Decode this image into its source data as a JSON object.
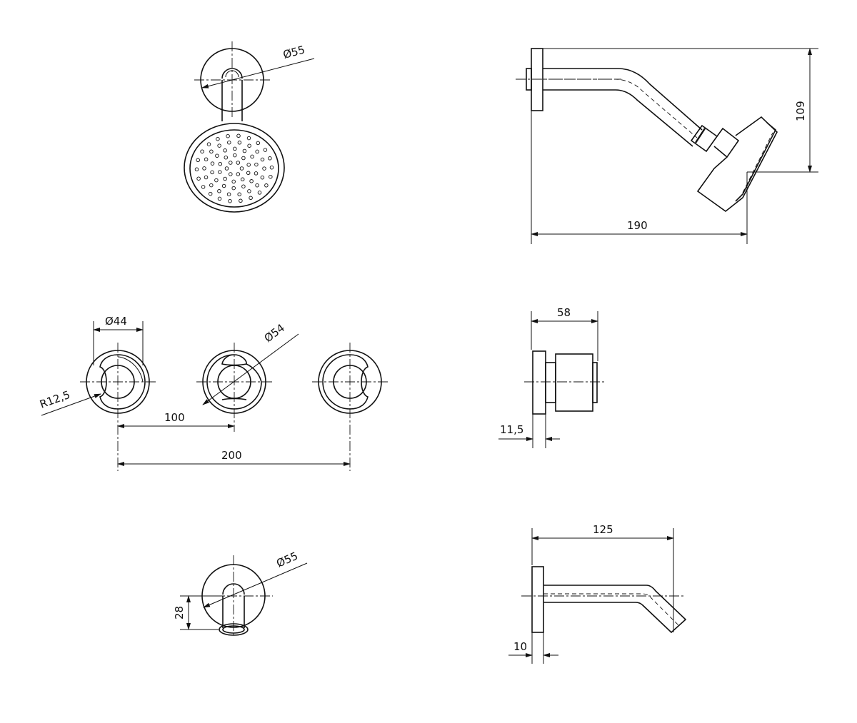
{
  "dimensions": {
    "shower_rose_diameter": "Ø55",
    "shower_arm_height": "109",
    "shower_arm_projection": "190",
    "handle_diameter": "Ø44",
    "cover_plate_diameter": "Ø54",
    "handle_radius": "R12,5",
    "handle_spacing_near": "100",
    "handle_spacing_far": "200",
    "handle_depth": "58",
    "handle_plate_thickness": "11,5",
    "spout_plate_diameter": "Ø55",
    "spout_outlet_height": "28",
    "spout_projection": "125",
    "spout_plate_thickness": "10"
  }
}
